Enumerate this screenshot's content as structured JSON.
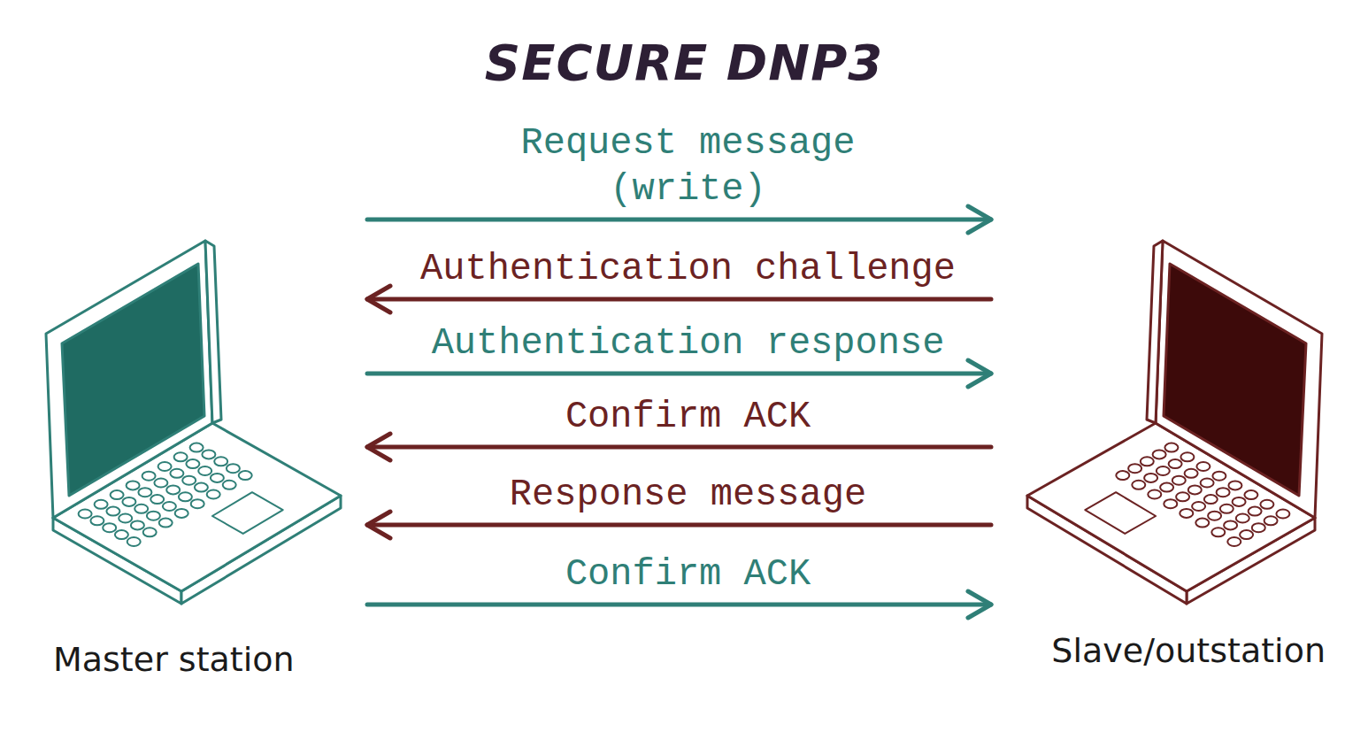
{
  "diagram": {
    "title": "SECURE DNP3",
    "nodes": [
      {
        "text": [
          "Master station"
        ]
      },
      {
        "text": [
          "Slave/outstation"
        ]
      }
    ],
    "edges": [
      {
        "from": 0,
        "to": 1,
        "arrow": "to",
        "label": "Request message (write)"
      },
      {
        "from": 1,
        "to": 0,
        "arrow": "to",
        "label": "Authentication challenge"
      },
      {
        "from": 0,
        "to": 1,
        "arrow": "to",
        "label": "Authentication response"
      },
      {
        "from": 1,
        "to": 0,
        "arrow": "to",
        "label": "Confirm ACK"
      },
      {
        "from": 1,
        "to": 0,
        "arrow": "to",
        "label": "Response message"
      },
      {
        "from": 0,
        "to": 1,
        "arrow": "to",
        "label": "Confirm ACK"
      }
    ]
  }
}
